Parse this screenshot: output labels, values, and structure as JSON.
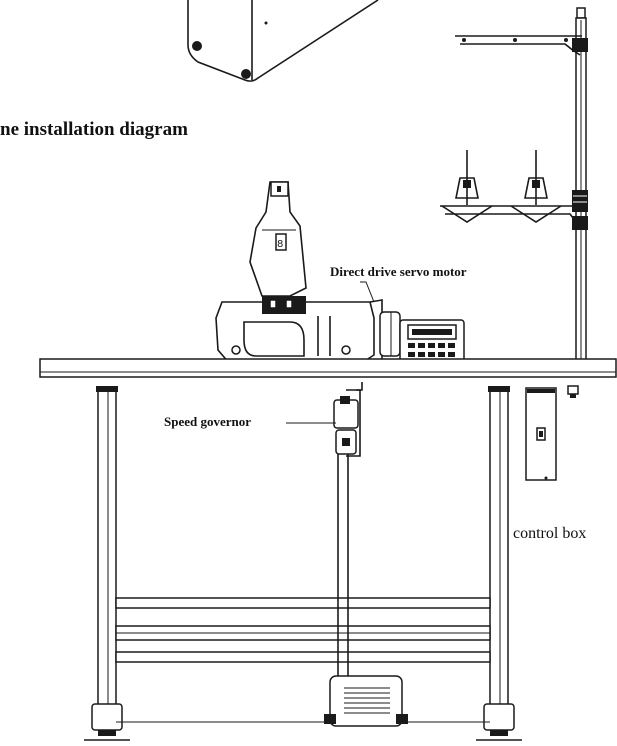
{
  "diagram": {
    "title": "ne installation diagram",
    "labels": {
      "servo_motor": "Direct drive servo motor",
      "speed_governor": "Speed governor",
      "control_box": "control box"
    },
    "colors": {
      "ink": "#1a1a1a",
      "paper": "#ffffff"
    }
  }
}
